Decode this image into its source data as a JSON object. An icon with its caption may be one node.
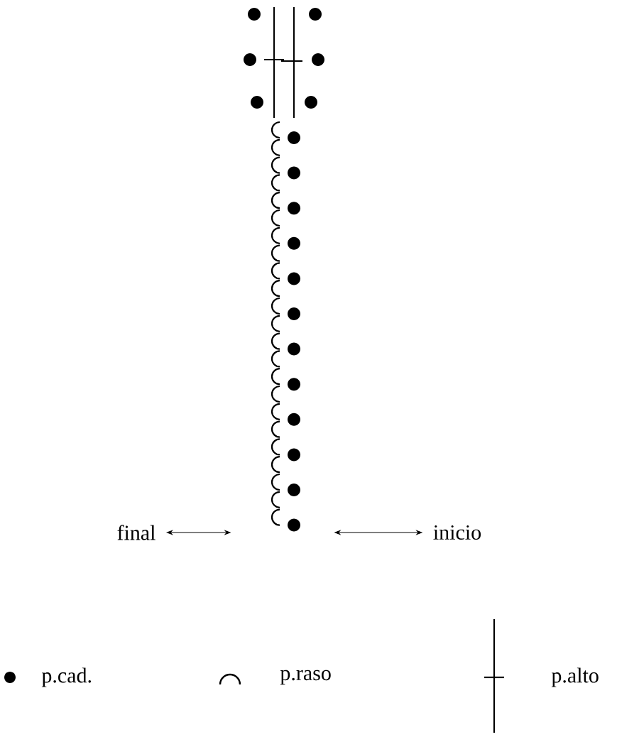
{
  "diagram": {
    "nodes": [
      {
        "text": [
          "final"
        ]
      },
      {
        "text": [],
        "shape": "picture"
      },
      {
        "text": [
          "inicio"
        ]
      }
    ],
    "edges": [
      {
        "from": 0,
        "to": 1,
        "arrow": "both"
      },
      {
        "from": 2,
        "to": 1,
        "arrow": "both"
      }
    ],
    "legend": [
      {
        "text": "p.cad."
      },
      {
        "text": "p.raso"
      },
      {
        "text": "p.alto"
      }
    ]
  }
}
